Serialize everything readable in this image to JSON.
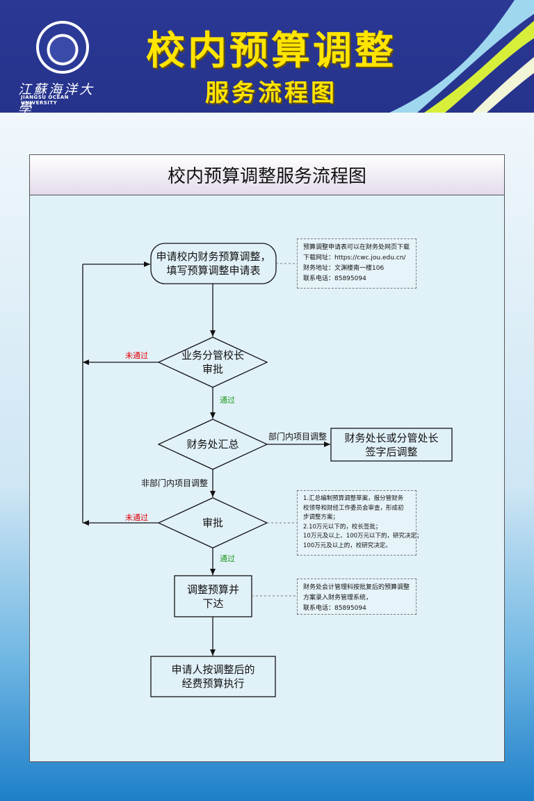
{
  "header": {
    "title_line1": "校内预算调整",
    "title_line2": "服务流程图",
    "university_cn": "江蘇海洋大學",
    "university_en": "JIANGSU OCEAN UNIVERSITY"
  },
  "panel": {
    "title": "校内预算调整服务流程图"
  },
  "nodes": {
    "apply": [
      "申请校内财务预算调整，",
      "填写预算调整申请表"
    ],
    "vp_review": [
      "业务分管校长",
      "审批"
    ],
    "finance_summary": [
      "财务处汇总"
    ],
    "dept_sign": [
      "财务处长或分管处长",
      "签字后调整"
    ],
    "approve": [
      "审批"
    ],
    "adjust": [
      "调整预算并",
      "下达"
    ],
    "execute": [
      "申请人按调整后的",
      "经费预算执行"
    ]
  },
  "labels": {
    "reject1": "未通过",
    "pass1": "通过",
    "dept_internal": "部门内项目调整",
    "non_dept": "非部门内项目调整",
    "reject2": "未通过",
    "pass2": "通过"
  },
  "notes": {
    "note1": [
      "预算调整申请表可以在财务处网页下载",
      "下载网址：https://cwc.jou.edu.cn/",
      "财务地址：文渊楼南一楼106",
      "联系电话：85895094"
    ],
    "note2": [
      "1.汇总编制预算调整草案，报分管财务",
      "校领导和财经工作委员会审查，形成初",
      "步调整方案；",
      "2.10万元以下的，校长签批；",
      "10万元及以上、100万元以下的，研究决定；",
      "100万元及以上的，校研究决定。"
    ],
    "note3": [
      "财务处会计管理科按批复后的预算调整",
      "方案录入财务管理系统，",
      "联系电话：85895094"
    ]
  },
  "colors": {
    "header_bg": "#2b3894",
    "title_yellow": "#ffe500",
    "reject_red": "#e00000",
    "pass_green": "#1c9a1c"
  }
}
